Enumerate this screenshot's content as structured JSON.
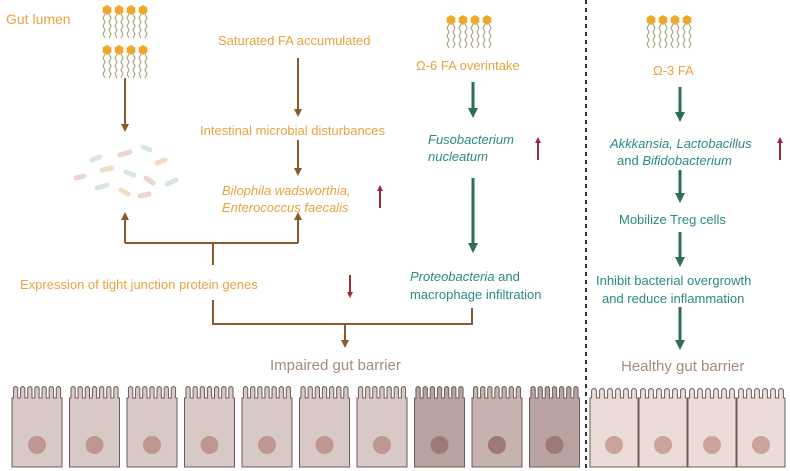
{
  "labels": {
    "gut_lumen": "Gut lumen",
    "saturated": "Saturated FA accumulated",
    "microbial": "Intestinal microbial disturbances",
    "bilophila": "Bilophila wadsworthia,",
    "enterococcus": "Enterococcus faecalis",
    "tight_junction": "Expression of tight junction protein genes",
    "omega6": "Ω-6 FA overintake",
    "fuso_line1": "Fusobacterium",
    "fuso_line2": "nucleatum",
    "proteo_italic": "Proteobacteria",
    "proteo_rest": " and",
    "macrophage": "macrophage infiltration",
    "impaired": "Impaired gut barrier",
    "omega3": "Ω-3 FA",
    "akk_line1": "Akkkansia, Lactobacillus",
    "akk_and": "and ",
    "akk_bifido": "Bifidobacterium",
    "treg": "Mobilize Treg cells",
    "inhibit_line1": "Inhibit bacterial overgrowth",
    "inhibit_line2": "and reduce inflammation",
    "healthy": "Healthy gut barrier"
  },
  "colors": {
    "gold": "#e8a33d",
    "teal": "#2a8a83",
    "brown_arrow": "#8b5a2b",
    "teal_arrow": "#2e6e52",
    "red_arrow": "#9b2d3a",
    "barrier_text": "#a88a7a"
  }
}
